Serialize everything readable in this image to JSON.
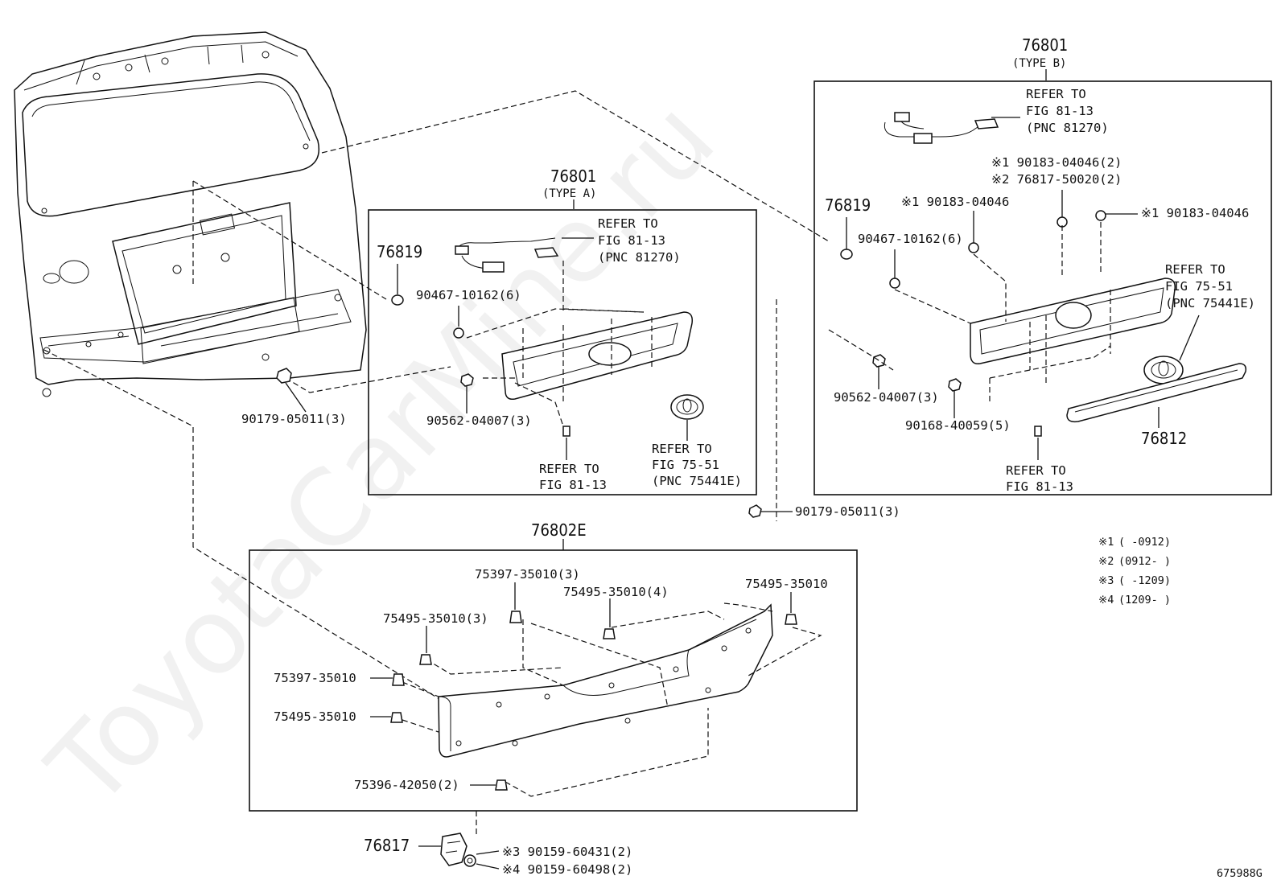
{
  "watermark": "ToyotaCarMine.ru",
  "figure_code": "675988G",
  "type_a": {
    "pnc": "76801",
    "type": "(TYPE A)"
  },
  "type_b": {
    "pnc": "76801",
    "type": "(TYPE B)"
  },
  "garnish_pnc": "76802E",
  "bracket_pnc": "76817",
  "moulding_pnc": "76812",
  "type_a_labels": {
    "pad": "76819",
    "screw": "90467-10162(6)",
    "nut": "90562-04007(3)",
    "ref_wire": [
      "REFER TO",
      "FIG 81-13",
      "(PNC 81270)"
    ],
    "ref_bottom": [
      "REFER TO",
      "FIG 81-13"
    ],
    "ref_emblem": [
      "REFER TO",
      "FIG 75-51",
      "(PNC 75441E)"
    ]
  },
  "type_b_labels": {
    "pad": "76819",
    "screw": "90467-10162(6)",
    "nut": "90562-04007(3)",
    "clip": "90168-40059(5)",
    "ref_wire": [
      "REFER TO",
      "FIG 81-13",
      "(PNC 81270)"
    ],
    "note_clip_1": "※1 90183-04046(2)",
    "note_clip_2": "※2 76817-50020(2)",
    "note_clip_left": "※1 90183-04046",
    "note_clip_right": "※1 90183-04046",
    "ref_emblem": [
      "REFER TO",
      "FIG 75-51",
      "(PNC 75441E)"
    ],
    "ref_bottom": [
      "REFER TO",
      "FIG 81-13"
    ]
  },
  "door_labels": {
    "nut_left": "90179-05011(3)",
    "nut_center": "90179-05011(3)"
  },
  "garnish_labels": {
    "c1": "75397-35010(3)",
    "c2": "75495-35010(4)",
    "c3": "75495-35010",
    "c4": "75495-35010(3)",
    "c5": "75397-35010",
    "c6": "75495-35010",
    "c7": "75396-42050(2)"
  },
  "bracket_labels": {
    "s3": "※3 90159-60431(2)",
    "s4": "※4 90159-60498(2)"
  },
  "legend": [
    {
      "mark": "※1",
      "range": "(      -0912)"
    },
    {
      "mark": "※2",
      "range": "(0912-      )"
    },
    {
      "mark": "※3",
      "range": "(      -1209)"
    },
    {
      "mark": "※4",
      "range": "(1209-      )"
    }
  ]
}
